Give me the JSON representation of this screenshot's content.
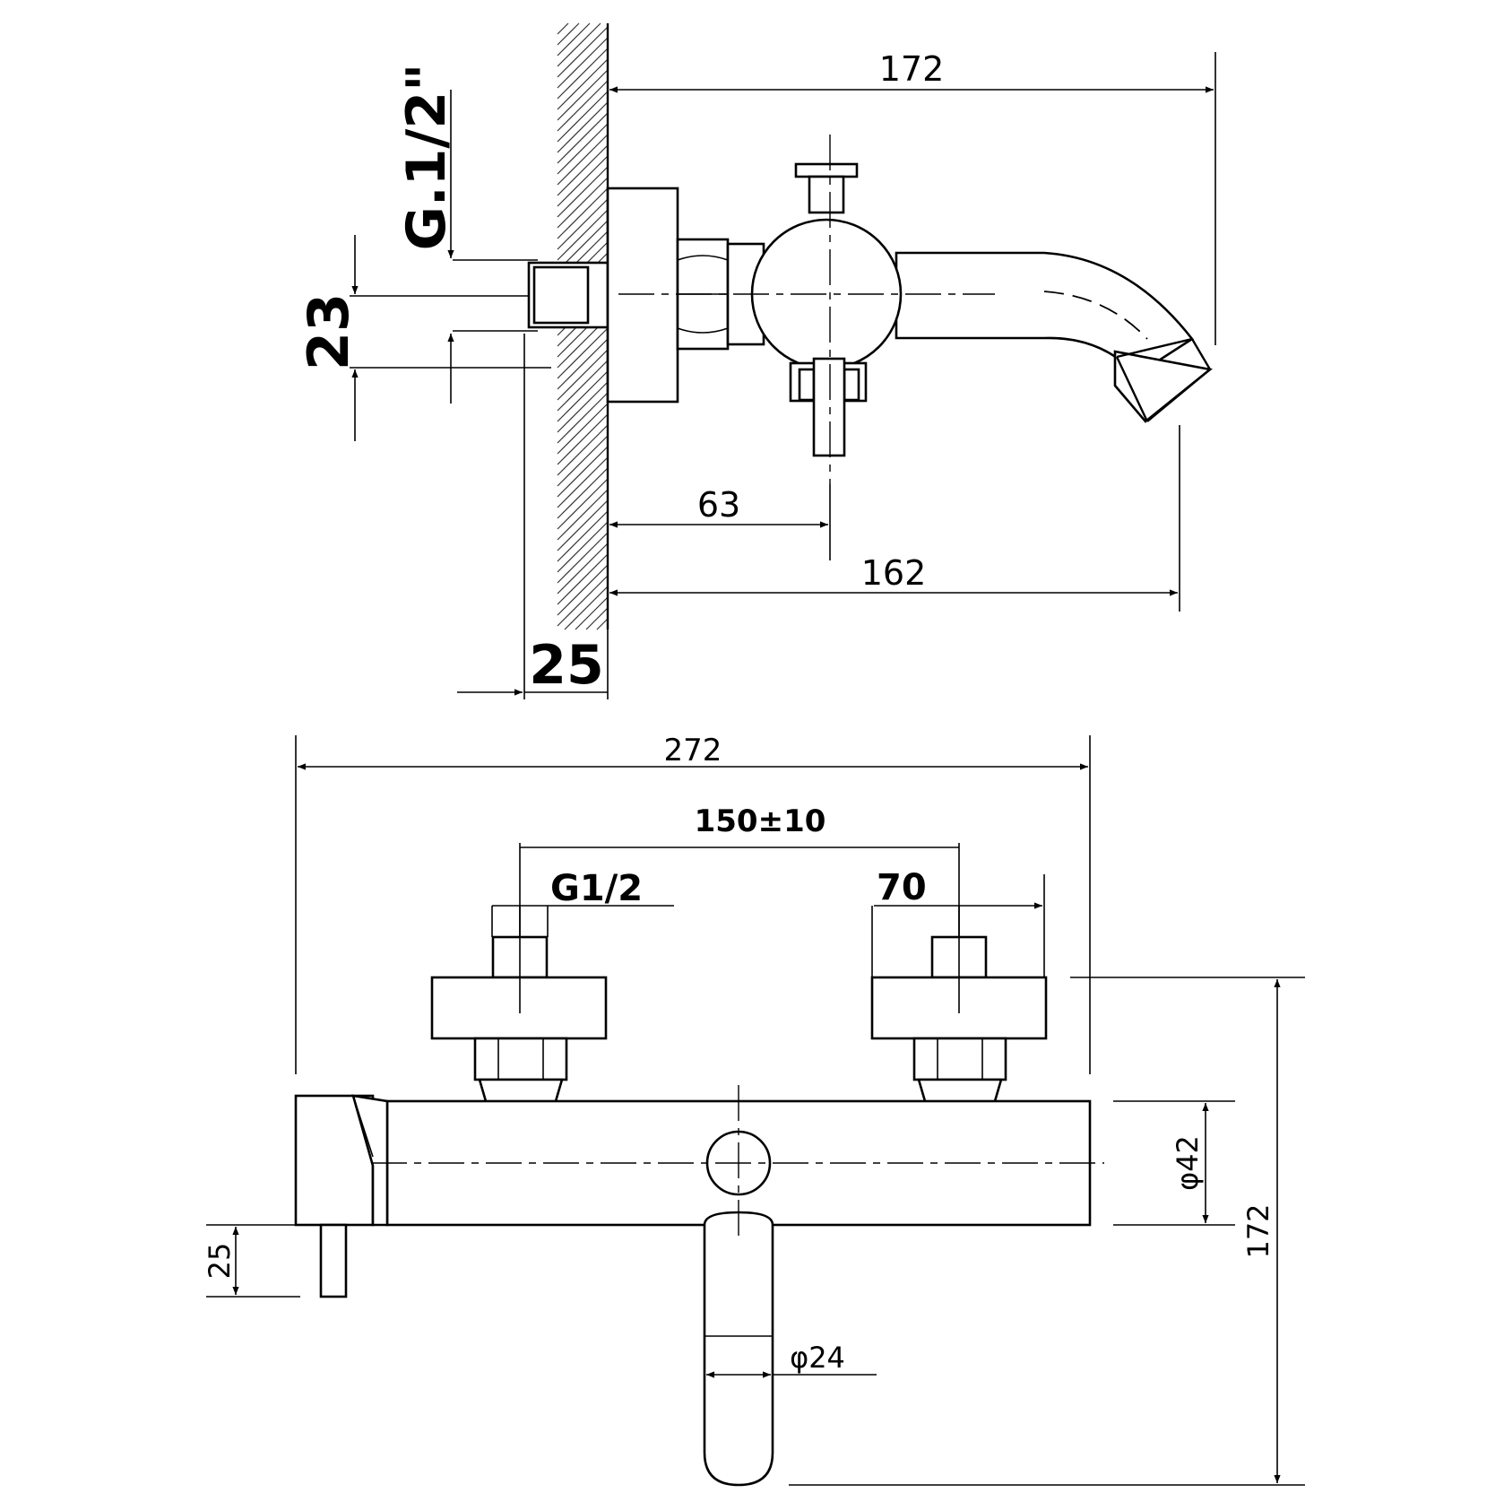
{
  "side_view": {
    "thread_label": "G.1/2\"",
    "dim_overall_width": "172",
    "dim_connection_height": "23",
    "dim_handle_offset": "63",
    "dim_spout_reach": "162",
    "dim_wall_offset": "25"
  },
  "front_view": {
    "dim_overall_length": "272",
    "dim_center_distance": "150±10",
    "thread_label": "G1/2",
    "dim_flange_diameter": "70",
    "dim_body_diameter": "φ42",
    "dim_total_height": "172",
    "dim_lever_length": "25",
    "dim_spout_diameter": "φ24"
  }
}
